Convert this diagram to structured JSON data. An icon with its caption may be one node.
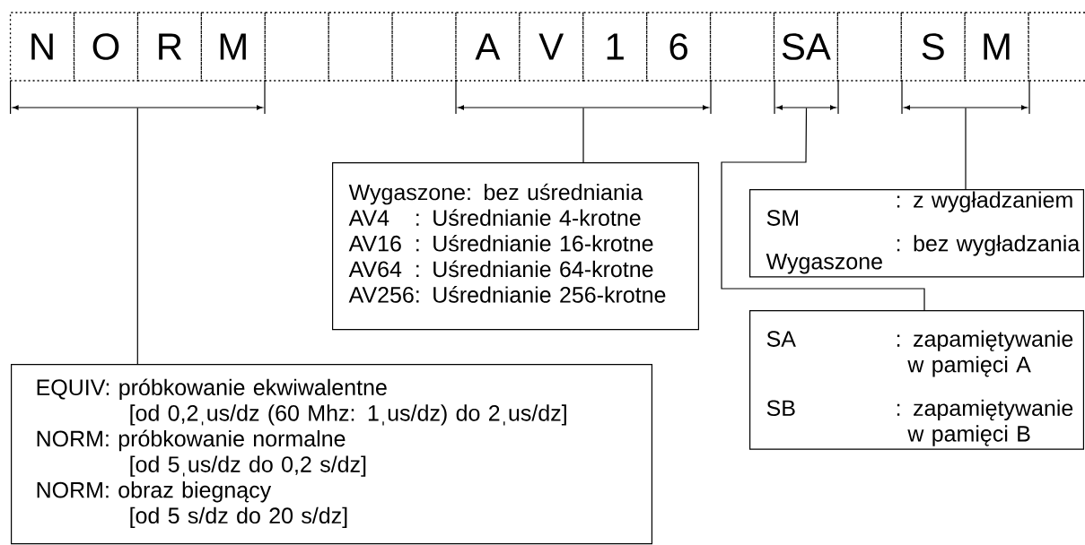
{
  "diagram": {
    "nodes": [
      {
        "text": [
          "N"
        ]
      },
      {
        "text": [
          "O"
        ]
      },
      {
        "text": [
          "R"
        ]
      },
      {
        "text": [
          "M"
        ]
      },
      {
        "text": [],
        "shape": "box"
      },
      {
        "text": [],
        "shape": "box"
      },
      {
        "text": [],
        "shape": "box"
      },
      {
        "text": [
          "A"
        ]
      },
      {
        "text": [
          "V"
        ]
      },
      {
        "text": [
          "1"
        ]
      },
      {
        "text": [
          "6"
        ]
      },
      {
        "text": [],
        "shape": "box"
      },
      {
        "text": [
          "SA"
        ]
      },
      {
        "text": [],
        "shape": "box"
      },
      {
        "text": [
          "S"
        ]
      },
      {
        "text": [
          "M"
        ]
      },
      {
        "text": [],
        "shape": "box"
      },
      {
        "text": [],
        "shape": "bar"
      },
      {
        "text": [],
        "shape": "bar"
      },
      {
        "text": [],
        "shape": "bar"
      },
      {
        "text": [],
        "shape": "bar"
      },
      {
        "text": [
          "Wygaszone: bez uśredniania",
          "AV4",
          ": Uśrednianie 4-krotne",
          "AV16",
          ": Uśrednianie 16-krotne",
          "AV64",
          ": Uśrednianie 64-krotne",
          "AV256",
          ": Uśrednianie 256-krotne"
        ]
      },
      {
        "text": [
          "SM",
          ": z wygładzaniem",
          "Wygaszone",
          ": bez wygładzania"
        ]
      },
      {
        "text": [
          "SA",
          ": zapamiętywanie w pamięci A",
          "SB",
          ": zapamiętywanie w pamięci B"
        ]
      },
      {
        "text": [
          "EQUIV: próbkowanie ekwiwalentne",
          "[od 0,2ˌus/dz (60 Mhz: 1ˌus/dz) do 2ˌus/dz]",
          "NORM: próbkowanie normalne",
          "[od 5ˌus/dz do 0,2 s/dz]",
          "NORM: obraz biegnący",
          "[od 5 s/dz do 20 s/dz]"
        ]
      }
    ],
    "edges": [
      {
        "from": 17,
        "to": 24,
        "arrow": "none"
      },
      {
        "from": 18,
        "to": 21,
        "arrow": "none"
      },
      {
        "from": 19,
        "to": 23,
        "arrow": "none"
      },
      {
        "from": 20,
        "to": 22,
        "arrow": "none"
      }
    ]
  }
}
